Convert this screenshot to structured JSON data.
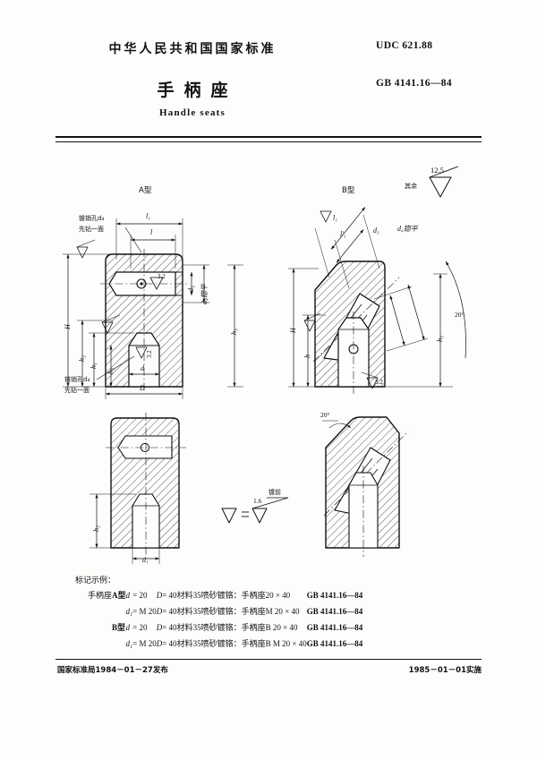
{
  "header": {
    "national_standard": "中华人民共和国国家标准",
    "udc": "UDC 621.88",
    "gb_code": "GB 4141.16—84",
    "title_cn": "手柄座",
    "title_en": "Handle seats"
  },
  "drawing": {
    "type_a_label": "A型",
    "type_b_label": "B型",
    "remainder_note": "其余",
    "remainder_value": "12.5",
    "pin_hole_note_line1": "锥销孔d₄",
    "pin_hole_note_line2": "先钻一面",
    "pin_hole_note2_line1": "锥销孔d₄",
    "pin_hole_note2_line2": "先钻一面",
    "roughness_3_2": "3.2",
    "roughness_1_6": "1.6",
    "before_plating": "镀前",
    "angle_20_a": "20°",
    "angle_20_b": "20°",
    "dims": {
      "l1": "l₁",
      "l": "l",
      "l1_prime": "l′₁",
      "d": "d",
      "d1": "d₁",
      "d3": "d₃",
      "d4_flat": "d₄锪平",
      "D": "D",
      "H": "H",
      "h": "h",
      "h1": "h₁",
      "h2": "h₂",
      "h3": "h₃"
    }
  },
  "marking": {
    "heading": "标记示例：",
    "rows": [
      {
        "product": "手柄座",
        "type": "A型",
        "dim_sym": "d",
        "dim_eq": "= 20",
        "D_sym": "D",
        "D_eq": "= 40",
        "material_label": "材料",
        "material_value": "35",
        "finish": "喷砂镀铬：",
        "designation_product": "手柄座",
        "designation_size": "20 × 40",
        "standard": "GB 4141.16—84"
      },
      {
        "product": "",
        "type": "",
        "dim_sym": "d₁",
        "dim_eq": "= M 20",
        "D_sym": "D",
        "D_eq": "= 40",
        "material_label": "材料",
        "material_value": "35",
        "finish": "喷砂镀铬：",
        "designation_product": "手柄座",
        "designation_size": "M 20 × 40",
        "standard": "GB 4141.16—84"
      },
      {
        "product": "",
        "type": "B型",
        "dim_sym": "d",
        "dim_eq": "= 20",
        "D_sym": "D",
        "D_eq": "= 40",
        "material_label": "材料",
        "material_value": "35",
        "finish": "喷砂镀铬：",
        "designation_product": "手柄座",
        "designation_size": "B 20 × 40",
        "standard": "GB 4141.16—84"
      },
      {
        "product": "",
        "type": "",
        "dim_sym": "d₁",
        "dim_eq": "= M 20",
        "D_sym": "D",
        "D_eq": "= 40",
        "material_label": "材料",
        "material_value": "35",
        "finish": "喷砂镀铬：",
        "designation_product": "手柄座",
        "designation_size": "B M 20 × 40",
        "standard": "GB 4141.16—84"
      }
    ]
  },
  "footer": {
    "issued": "国家标准局1984－01－27发布",
    "effective": "1985－01－01实施"
  }
}
